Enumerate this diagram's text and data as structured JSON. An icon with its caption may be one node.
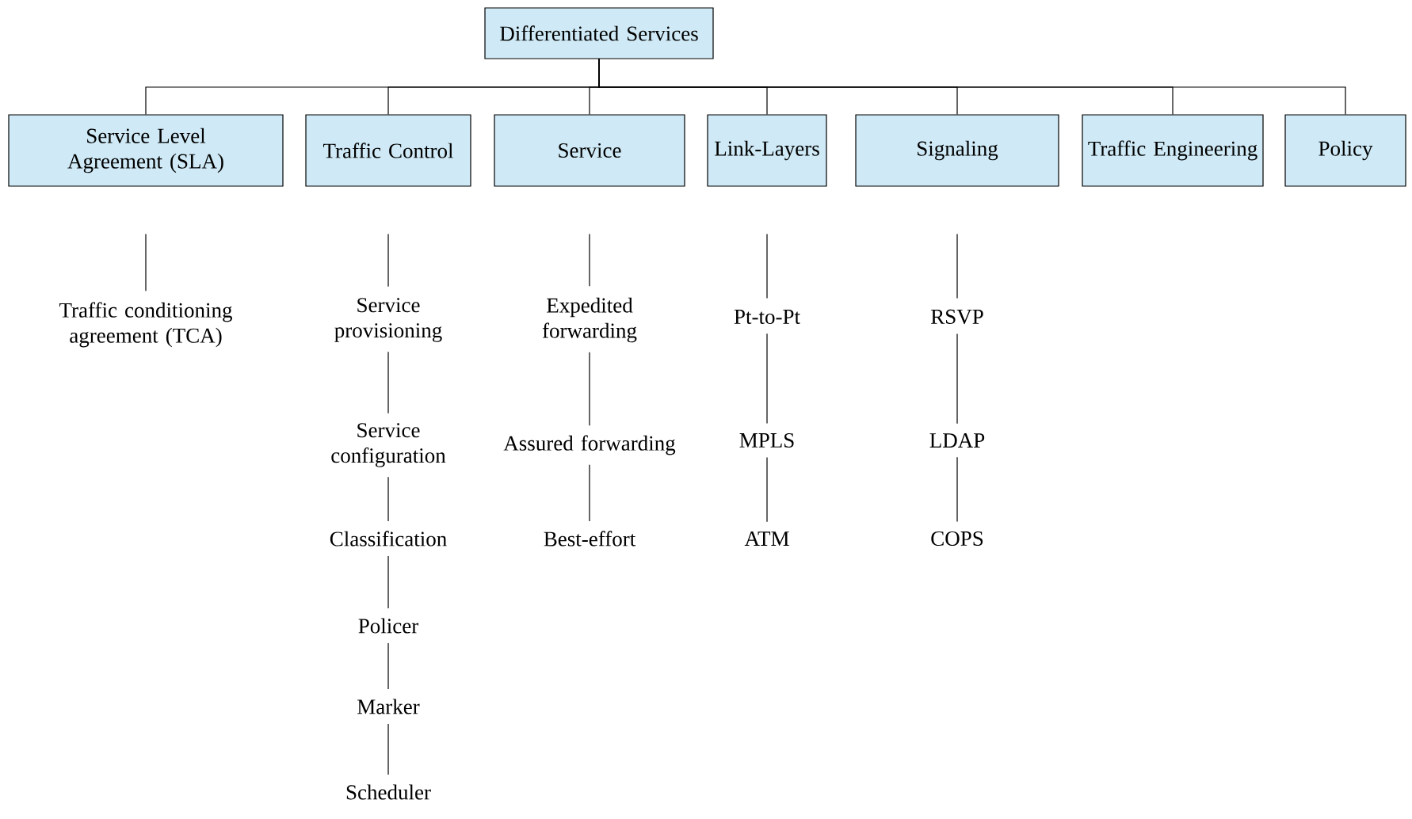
{
  "diagram": {
    "nodes": [
      {
        "text": [
          "Differentiated Services"
        ]
      },
      {
        "text": [
          "Service Level Agreement (SLA)"
        ]
      },
      {
        "text": [
          "Traffic Control"
        ]
      },
      {
        "text": [
          "Service"
        ]
      },
      {
        "text": [
          "Link-Layers"
        ]
      },
      {
        "text": [
          "Signaling"
        ]
      },
      {
        "text": [
          "Traffic Engineering"
        ]
      },
      {
        "text": [
          "Policy"
        ]
      },
      {
        "text": [
          "Traffic conditioning agreement (TCA)"
        ]
      },
      {
        "text": [
          "Service provisioning"
        ]
      },
      {
        "text": [
          "Service configuration"
        ]
      },
      {
        "text": [
          "Classification"
        ]
      },
      {
        "text": [
          "Policer"
        ]
      },
      {
        "text": [
          "Marker"
        ]
      },
      {
        "text": [
          "Scheduler"
        ]
      },
      {
        "text": [
          "Expedited forwarding"
        ]
      },
      {
        "text": [
          "Assured forwarding"
        ]
      },
      {
        "text": [
          "Best-effort"
        ]
      },
      {
        "text": [
          "Pt-to-Pt"
        ]
      },
      {
        "text": [
          "MPLS"
        ]
      },
      {
        "text": [
          "ATM"
        ]
      },
      {
        "text": [
          "RSVP"
        ]
      },
      {
        "text": [
          "LDAP"
        ]
      },
      {
        "text": [
          "COPS"
        ]
      }
    ],
    "edges": [
      {
        "from": 0,
        "to": 1,
        "arrow": "none"
      },
      {
        "from": 0,
        "to": 2,
        "arrow": "none"
      },
      {
        "from": 0,
        "to": 3,
        "arrow": "none"
      },
      {
        "from": 0,
        "to": 4,
        "arrow": "none"
      },
      {
        "from": 0,
        "to": 5,
        "arrow": "none"
      },
      {
        "from": 0,
        "to": 6,
        "arrow": "none"
      },
      {
        "from": 0,
        "to": 7,
        "arrow": "none"
      },
      {
        "from": 1,
        "to": 8,
        "arrow": "none"
      },
      {
        "from": 2,
        "to": 9,
        "arrow": "none"
      },
      {
        "from": 9,
        "to": 10,
        "arrow": "none"
      },
      {
        "from": 10,
        "to": 11,
        "arrow": "none"
      },
      {
        "from": 11,
        "to": 12,
        "arrow": "none"
      },
      {
        "from": 12,
        "to": 13,
        "arrow": "none"
      },
      {
        "from": 13,
        "to": 14,
        "arrow": "none"
      },
      {
        "from": 3,
        "to": 15,
        "arrow": "none"
      },
      {
        "from": 15,
        "to": 16,
        "arrow": "none"
      },
      {
        "from": 16,
        "to": 17,
        "arrow": "none"
      },
      {
        "from": 4,
        "to": 18,
        "arrow": "none"
      },
      {
        "from": 18,
        "to": 19,
        "arrow": "none"
      },
      {
        "from": 19,
        "to": 20,
        "arrow": "none"
      },
      {
        "from": 5,
        "to": 21,
        "arrow": "none"
      },
      {
        "from": 21,
        "to": 22,
        "arrow": "none"
      },
      {
        "from": 22,
        "to": 23,
        "arrow": "none"
      }
    ]
  }
}
